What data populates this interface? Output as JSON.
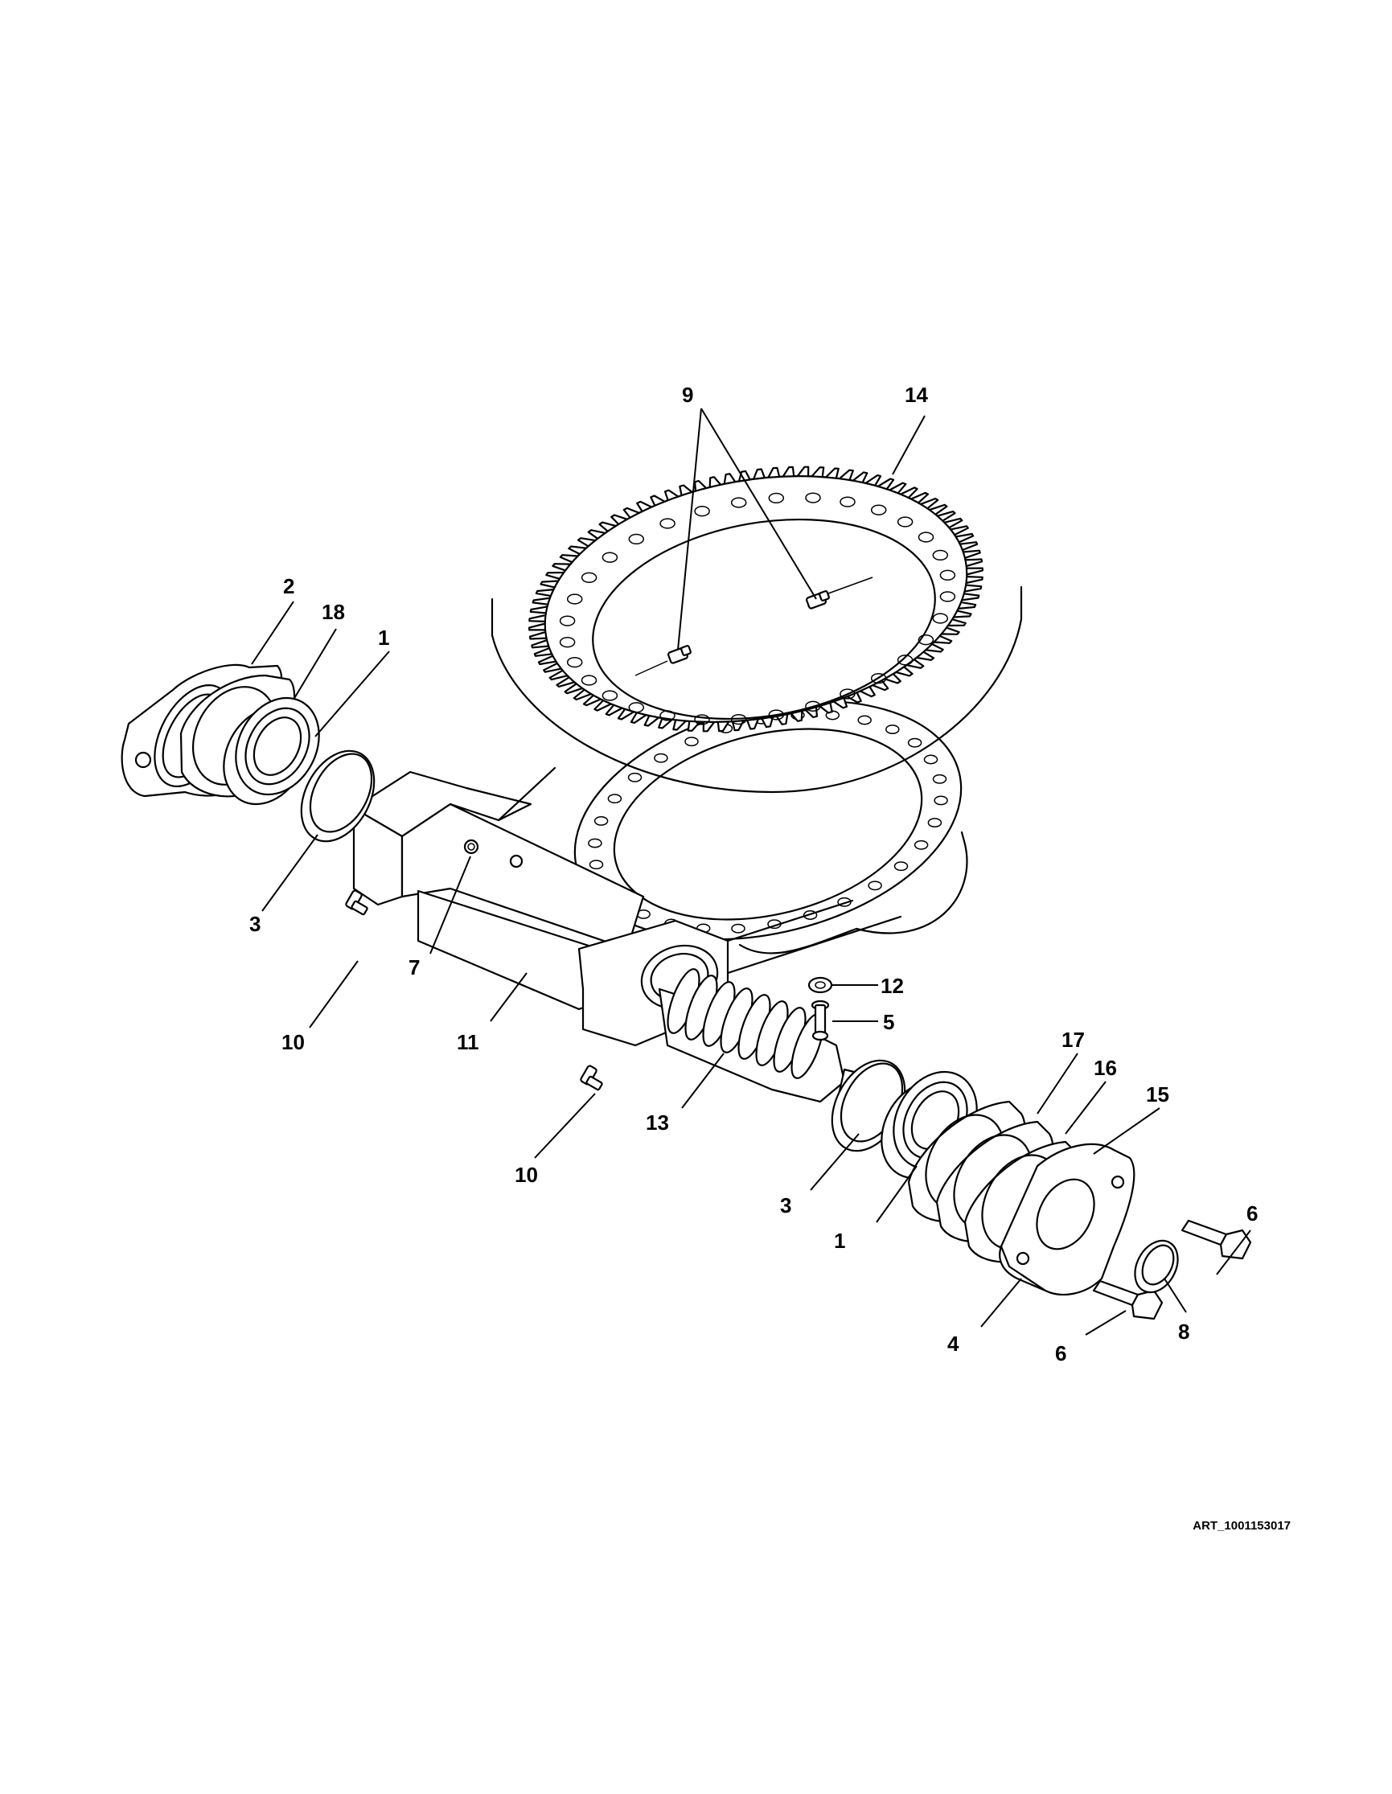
{
  "callouts": {
    "c9": "9",
    "c14": "14",
    "c2": "2",
    "c18": "18",
    "c1a": "1",
    "c3a": "3",
    "c7": "7",
    "c10a": "10",
    "c11": "11",
    "c12": "12",
    "c5": "5",
    "c17": "17",
    "c16": "16",
    "c15": "15",
    "c13": "13",
    "c10b": "10",
    "c3b": "3",
    "c1b": "1",
    "c6a": "6",
    "c4": "4",
    "c6b": "6",
    "c8": "8"
  },
  "art_number": "ART_1001153017"
}
